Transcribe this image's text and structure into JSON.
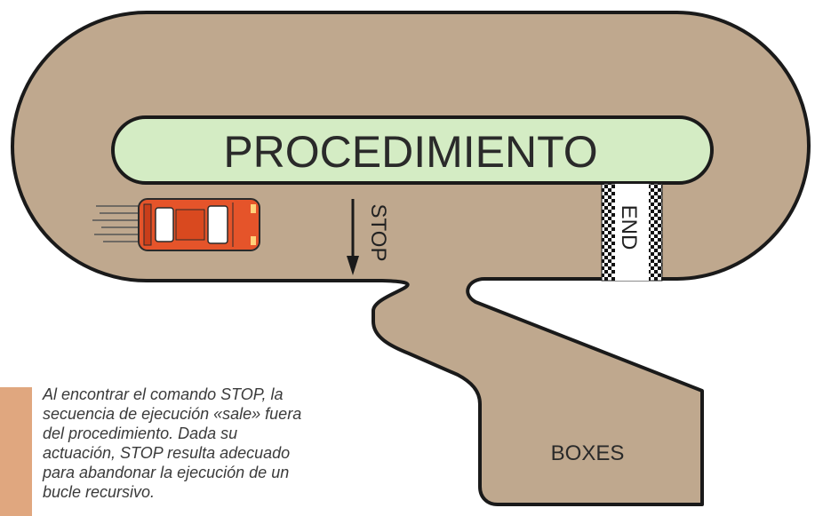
{
  "diagram": {
    "procedure_label": "PROCEDIMIENTO",
    "stop_label": "STOP",
    "end_label": "END",
    "boxes_label": "BOXES"
  },
  "caption": {
    "lines": [
      "Al encontrar el comando STOP, la",
      "secuencia de ejecución «sale» fuera",
      "del procedimiento. Dada su",
      "actuación, STOP resulta adecuado",
      "para abandonar la ejecución de un",
      "bucle recursivo."
    ]
  },
  "colors": {
    "track": "#bfa88e",
    "track_outline": "#1a1a1a",
    "procedure_bar": "#d4ecc4",
    "car_body": "#e5542a",
    "caption_bar": "#e0a77f"
  }
}
